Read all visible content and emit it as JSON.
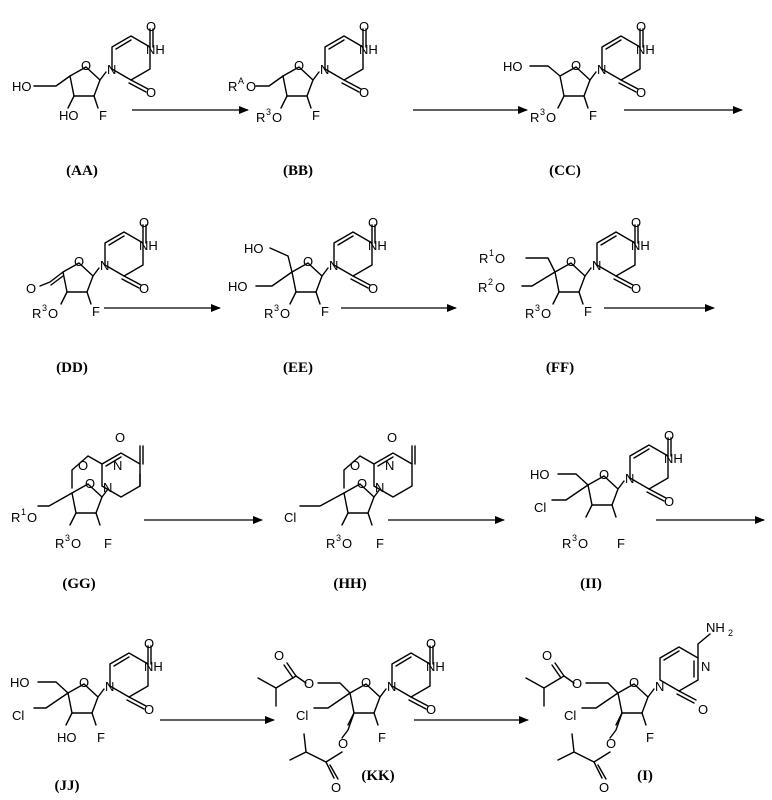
{
  "compounds": [
    {
      "id": "AA",
      "label": "(AA)"
    },
    {
      "id": "BB",
      "label": "(BB)"
    },
    {
      "id": "CC",
      "label": "(CC)"
    },
    {
      "id": "DD",
      "label": "(DD)"
    },
    {
      "id": "EE",
      "label": "(EE)"
    },
    {
      "id": "FF",
      "label": "(FF)"
    },
    {
      "id": "GG",
      "label": "(GG)"
    },
    {
      "id": "HH",
      "label": "(HH)"
    },
    {
      "id": "II",
      "label": "(II)"
    },
    {
      "id": "JJ",
      "label": "(JJ)"
    },
    {
      "id": "KK",
      "label": "(KK)"
    },
    {
      "id": "I",
      "label": "(I)"
    }
  ],
  "atoms": {
    "O": "O",
    "NH": "NH",
    "N": "N",
    "F": "F",
    "HO": "HO",
    "Cl": "Cl",
    "R": "R",
    "NH2": "NH",
    "two": "2",
    "sup_A": "A",
    "sup_1": "1",
    "sup_2": "2",
    "sup_3": "3"
  },
  "arrows": 11
}
